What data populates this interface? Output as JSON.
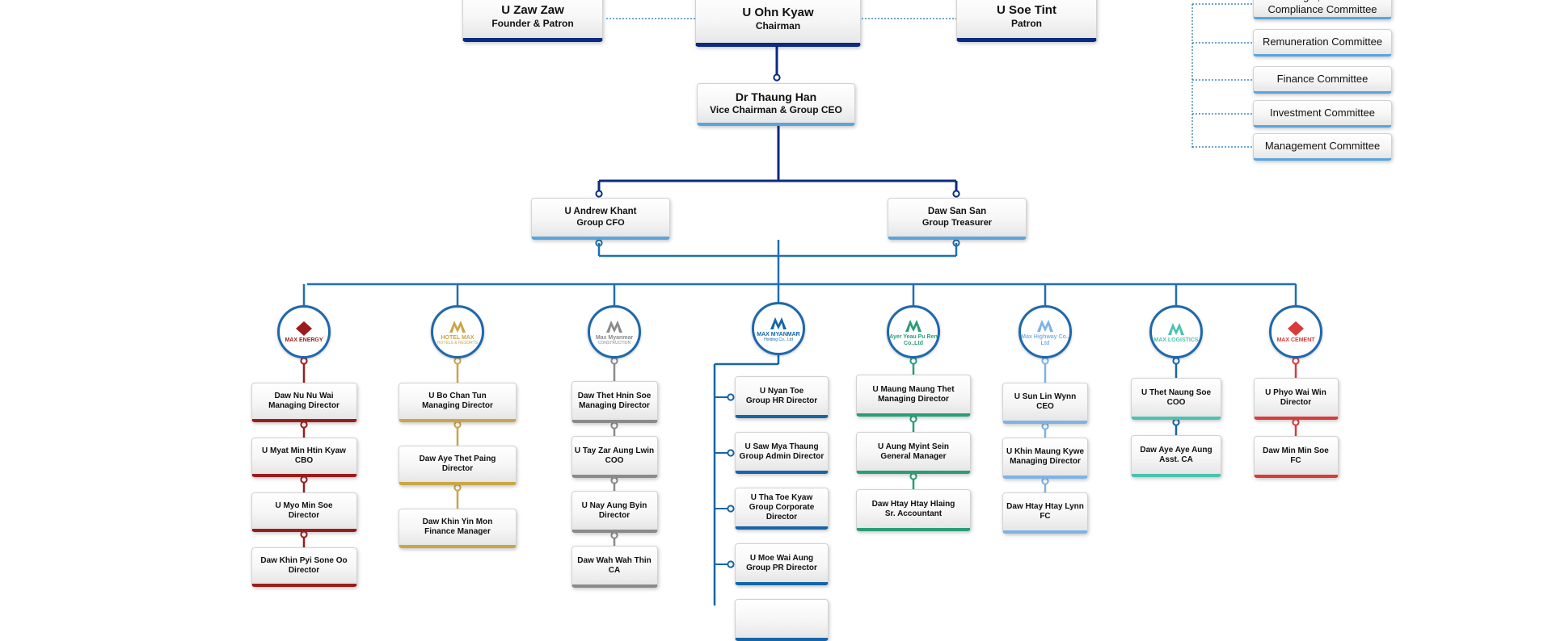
{
  "colors": {
    "navy": "#0b2a82",
    "blue": "#1e6fb5",
    "energy": "#9b1c1c",
    "hotel": "#c9a646",
    "construction": "#8a8a8a",
    "holding": "#1565a8",
    "greenco": "#2a9d78",
    "highway": "#7fb2e5",
    "logistics": "#4cc2b0",
    "cement": "#d93a3a",
    "committee": "#5aa5dc"
  },
  "leadership": {
    "founder": {
      "name": "U Zaw Zaw",
      "role": "Founder & Patron"
    },
    "chairman": {
      "name": "U Ohn Kyaw",
      "role": "Chairman"
    },
    "patron": {
      "name": "U Soe Tint",
      "role": "Patron"
    },
    "vice_chairman": {
      "name": "Dr Thaung Han",
      "role": "Vice Chairman & Group CEO"
    },
    "cfo": {
      "name": "U Andrew Khant",
      "role": "Group CFO"
    },
    "treasurer": {
      "name": "Daw San San",
      "role": "Group Treasurer"
    }
  },
  "committees": [
    {
      "label": "Legal, Risk &\nCompliance Committee"
    },
    {
      "label": "Remuneration Committee"
    },
    {
      "label": "Finance Committee"
    },
    {
      "label": "Investment Committee"
    },
    {
      "label": "Management Committee"
    }
  ],
  "companies": [
    {
      "key": "energy",
      "logo_text": "MAX ENERGY",
      "logo_sub": "",
      "icon": "max-energy-logo-icon",
      "people": [
        {
          "name": "Daw Nu Nu Wai",
          "role": "Managing Director"
        },
        {
          "name": "U Myat Min Htin Kyaw",
          "role": "CBO"
        },
        {
          "name": "U Myo Min Soe",
          "role": "Director"
        },
        {
          "name": "Daw Khin Pyi Sone Oo",
          "role": "Director"
        }
      ]
    },
    {
      "key": "hotel",
      "logo_text": "HOTEL MAX",
      "logo_sub": "HOTELS & RESORTS",
      "icon": "hotel-max-logo-icon",
      "people": [
        {
          "name": "U Bo Chan Tun",
          "role": "Managing Director"
        },
        {
          "name": "Daw Aye Thet Paing",
          "role": "Director"
        },
        {
          "name": "Daw Khin Yin Mon",
          "role": "Finance Manager"
        }
      ]
    },
    {
      "key": "construction",
      "logo_text": "Max Myanmar",
      "logo_sub": "CONSTRUCTION",
      "icon": "max-myanmar-construction-logo-icon",
      "people": [
        {
          "name": "Daw Thet Hnin Soe",
          "role": "Managing Director"
        },
        {
          "name": "U Tay Zar Aung Lwin",
          "role": "COO"
        },
        {
          "name": "U Nay Aung Byin",
          "role": "Director"
        },
        {
          "name": "Daw Wah Wah Thin",
          "role": "CA"
        }
      ]
    },
    {
      "key": "holding",
      "logo_text": "MAX MYANMAR",
      "logo_sub": "Holding Co., Ltd",
      "icon": "max-myanmar-holding-logo-icon",
      "people": [
        {
          "name": "U Nyan Toe",
          "role": "Group HR Director"
        },
        {
          "name": "U Saw Mya Thaung",
          "role": "Group Admin Director"
        },
        {
          "name": "U Tha Toe Kyaw",
          "role": "Group Corporate Director"
        },
        {
          "name": "U Moe Wai Aung",
          "role": "Group PR Director"
        },
        {
          "name": "",
          "role": ""
        }
      ]
    },
    {
      "key": "greenco",
      "logo_text": "Ayer Yeau Pu Ren Co.,Ltd",
      "logo_sub": "",
      "icon": "leaf-logo-icon",
      "people": [
        {
          "name": "U Maung Maung Thet",
          "role": "Managing Director"
        },
        {
          "name": "U Aung Myint Sein",
          "role": "General Manager"
        },
        {
          "name": "Daw Htay Htay Hlaing",
          "role": "Sr. Accountant"
        }
      ]
    },
    {
      "key": "highway",
      "logo_text": "Max Highway Co., Ltd",
      "logo_sub": "",
      "icon": "max-highway-logo-icon",
      "people": [
        {
          "name": "U Sun Lin Wynn",
          "role": "CEO"
        },
        {
          "name": "U Khin Maung Kywe",
          "role": "Managing Director"
        },
        {
          "name": "Daw Htay Htay Lynn",
          "role": "FC"
        }
      ]
    },
    {
      "key": "logistics",
      "logo_text": "MAX LOGISTICS",
      "logo_sub": "",
      "icon": "max-logistics-logo-icon",
      "people": [
        {
          "name": "U Thet Naung Soe",
          "role": "COO"
        },
        {
          "name": "Daw Aye Aye Aung",
          "role": "Asst. CA"
        }
      ]
    },
    {
      "key": "cement",
      "logo_text": "MAX CEMENT",
      "logo_sub": "",
      "icon": "max-cement-logo-icon",
      "people": [
        {
          "name": "U Phyo Wai Win",
          "role": "Director"
        },
        {
          "name": "Daw Min Min Soe",
          "role": "FC"
        }
      ]
    }
  ]
}
